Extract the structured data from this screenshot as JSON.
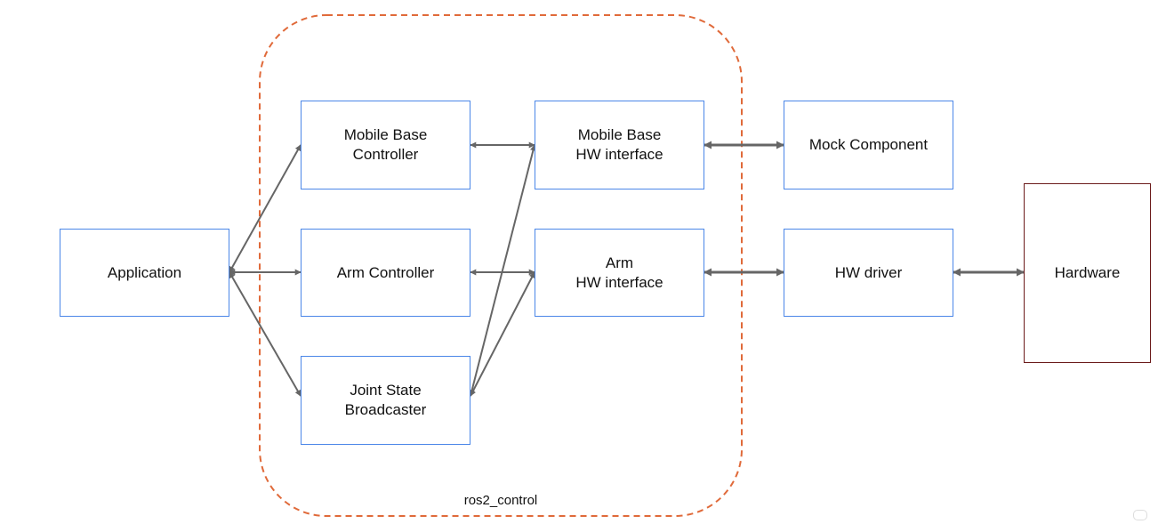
{
  "diagram": {
    "group": {
      "label": "ros2_control",
      "border_color": "#e06a3a"
    },
    "colors": {
      "node_border": "#4a86e8",
      "hardware_border": "#6b1a1a",
      "arrow": "#666666"
    },
    "nodes": {
      "application": {
        "label": "Application"
      },
      "mobile_base_controller": {
        "label": "Mobile Base\nController"
      },
      "arm_controller": {
        "label": "Arm Controller"
      },
      "joint_state_broadcaster": {
        "label": "Joint State\nBroadcaster"
      },
      "mobile_base_hw_interface": {
        "label": "Mobile Base\nHW interface"
      },
      "arm_hw_interface": {
        "label": "Arm\nHW interface"
      },
      "mock_component": {
        "label": "Mock Component"
      },
      "hw_driver": {
        "label": "HW driver"
      },
      "hardware": {
        "label": "Hardware"
      }
    },
    "connections": [
      {
        "from": "Application",
        "to": "Mobile Base Controller",
        "direction": "both"
      },
      {
        "from": "Application",
        "to": "Arm Controller",
        "direction": "both"
      },
      {
        "from": "Application",
        "to": "Joint State Broadcaster",
        "direction": "both"
      },
      {
        "from": "Mobile Base Controller",
        "to": "Mobile Base HW interface",
        "direction": "both"
      },
      {
        "from": "Arm Controller",
        "to": "Arm HW interface",
        "direction": "both"
      },
      {
        "from": "Joint State Broadcaster",
        "to": "Mobile Base HW interface",
        "direction": "both"
      },
      {
        "from": "Joint State Broadcaster",
        "to": "Arm HW interface",
        "direction": "both"
      },
      {
        "from": "Mobile Base HW interface",
        "to": "Mock Component",
        "direction": "both"
      },
      {
        "from": "Arm HW interface",
        "to": "HW driver",
        "direction": "both"
      },
      {
        "from": "HW driver",
        "to": "Hardware",
        "direction": "both"
      }
    ]
  }
}
